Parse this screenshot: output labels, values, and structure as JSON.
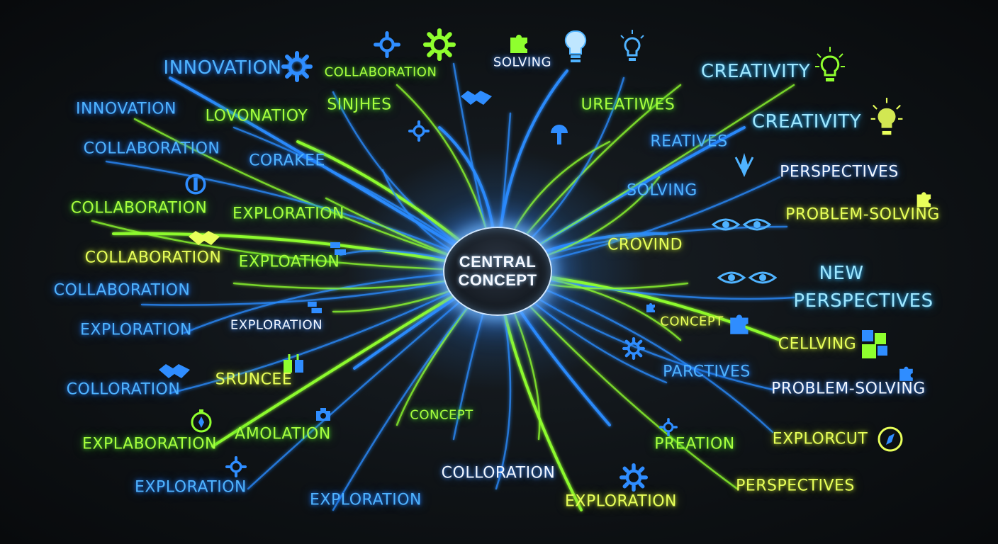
{
  "center": {
    "line1": "CENTRAL",
    "line2": "CONCEPT"
  },
  "labels": [
    {
      "key": "innovation-top",
      "text": "INNOVATION"
    },
    {
      "key": "innovation-2",
      "text": "INNOVATION"
    },
    {
      "key": "collaboration-top",
      "text": "COLLABORATION"
    },
    {
      "key": "lovonatioy",
      "text": "LOVONATIOY"
    },
    {
      "key": "sinjhes",
      "text": "SINJHES"
    },
    {
      "key": "solving-top",
      "text": "SOLVING"
    },
    {
      "key": "collaboration-3",
      "text": "COLLABORATION"
    },
    {
      "key": "corakee",
      "text": "CORAKEE"
    },
    {
      "key": "collaboration-4",
      "text": "COLLABORATION"
    },
    {
      "key": "exploration-1",
      "text": "EXPLORATION"
    },
    {
      "key": "collaboration-5",
      "text": "COLLABORATION"
    },
    {
      "key": "exploation",
      "text": "EXPLOATION"
    },
    {
      "key": "collaboration-6",
      "text": "COLLABORATION"
    },
    {
      "key": "exploration-2",
      "text": "EXPLORATION"
    },
    {
      "key": "exploration-3",
      "text": "EXPLORATION"
    },
    {
      "key": "colloration-1",
      "text": "COLLORATION"
    },
    {
      "key": "sruncee",
      "text": "SRUNCEE"
    },
    {
      "key": "explaboration",
      "text": "EXPLABORATION"
    },
    {
      "key": "amolation",
      "text": "AMOLATION"
    },
    {
      "key": "concept-low",
      "text": "CONCEPT"
    },
    {
      "key": "exploration-4",
      "text": "EXPLORATION"
    },
    {
      "key": "exploration-5",
      "text": "EXPLORATION"
    },
    {
      "key": "colloration-2",
      "text": "COLLORATION"
    },
    {
      "key": "exploration-6",
      "text": "EXPLORATION"
    },
    {
      "key": "creativity-1",
      "text": "CREATIVITY"
    },
    {
      "key": "ureatiwes",
      "text": "UREATIWES"
    },
    {
      "key": "creativity-2",
      "text": "CREATIVITY"
    },
    {
      "key": "reatives",
      "text": "REATIVES"
    },
    {
      "key": "perspectives-1",
      "text": "PERSPECTIVES"
    },
    {
      "key": "solving-2",
      "text": "SOLVING"
    },
    {
      "key": "problem-solving-1",
      "text": "PROBLEM-SOLVING"
    },
    {
      "key": "crovind",
      "text": "CROVIND"
    },
    {
      "key": "new",
      "text": "NEW"
    },
    {
      "key": "perspectives-2",
      "text": "PERSPECTIVES"
    },
    {
      "key": "concept-right",
      "text": "CONCEPT"
    },
    {
      "key": "cellving",
      "text": "CELLVING"
    },
    {
      "key": "parctives",
      "text": "PARCTIVES"
    },
    {
      "key": "problem-solving-2",
      "text": "PROBLEM-SOLVING"
    },
    {
      "key": "explorcut",
      "text": "EXPLORCUT"
    },
    {
      "key": "preation",
      "text": "PREATION"
    },
    {
      "key": "perspectives-3",
      "text": "PERSPECTIVES"
    }
  ],
  "colors": {
    "blue": "#2a8cff",
    "green": "#8fff2e",
    "background": "#0e1215"
  }
}
